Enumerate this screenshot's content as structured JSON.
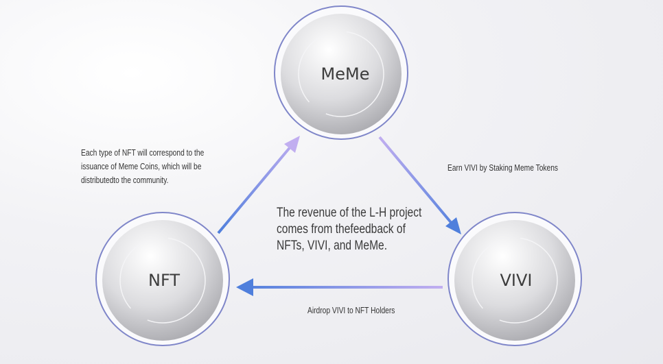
{
  "nodes": {
    "meme": "MeMe",
    "nft": "NFT",
    "vivi": "VIVI"
  },
  "edges": {
    "nft_to_meme": [
      "Each type of NFT will correspond to the",
      "issuance of Meme Coins, which will be",
      "distributedto the community."
    ],
    "meme_to_vivi": "Earn VIVI by Staking  Meme Tokens",
    "vivi_to_nft": "Airdrop VIVI to NFT Holders"
  },
  "center_text": [
    "The revenue of the L-H project",
    "comes from thefeedback of",
    "NFTs,  VIVI, and MeMe."
  ],
  "colors": {
    "arrow_blue": "#4f7fdc",
    "arrow_lavender": "#b9a8ee",
    "ring": "#7f86c9"
  }
}
